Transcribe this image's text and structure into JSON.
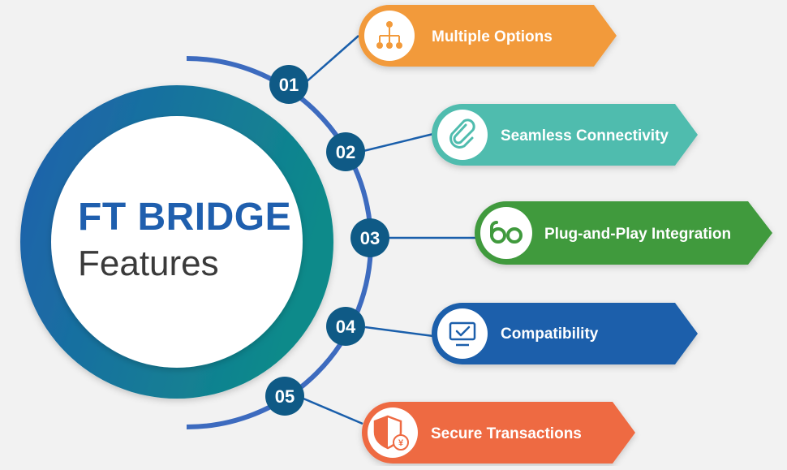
{
  "title": {
    "main": "FT BRIDGE",
    "sub": "Features"
  },
  "features": [
    {
      "number": "01",
      "label": "Multiple Options",
      "color": "#f29a3b",
      "icon": "hierarchy-icon"
    },
    {
      "number": "02",
      "label": "Seamless Connectivity",
      "color": "#4fbcae",
      "icon": "paperclip-icon"
    },
    {
      "number": "03",
      "label": "Plug-and-Play Integration",
      "color": "#3f9a3e",
      "icon": "infinity-link-icon"
    },
    {
      "number": "04",
      "label": "Compatibility",
      "color": "#1a5fab",
      "icon": "monitor-check-icon"
    },
    {
      "number": "05",
      "label": "Secure Transactions",
      "color": "#ee6a43",
      "icon": "shield-yen-icon"
    }
  ],
  "colors": {
    "arc": "#3d6bbf",
    "number_badge": "#0f5a86",
    "ring_gradient_start": "#1f5fae",
    "ring_gradient_end": "#0e8a8a"
  }
}
